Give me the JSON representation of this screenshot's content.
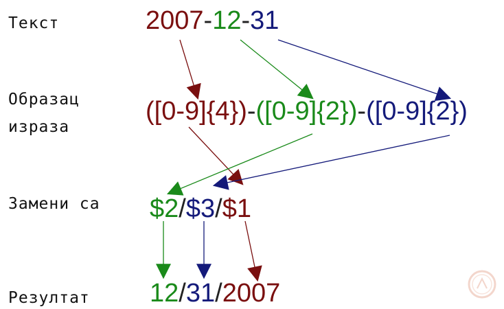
{
  "labels": {
    "text": "Текст",
    "pattern_line1": "Образац",
    "pattern_line2": "израза",
    "replace": "Замени са",
    "result": "Резултат"
  },
  "text": {
    "year": "2007",
    "sep1": "-",
    "month": "12",
    "sep2": "-",
    "day": "31"
  },
  "pattern": {
    "g1": "([0-9]{4})",
    "sep1": "-",
    "g2": "([0-9]{2})",
    "sep2": "-",
    "g3": "([0-9]{2})"
  },
  "replacement": {
    "r1": "$2",
    "sep1": "/",
    "r2": "$3",
    "sep2": "/",
    "r3": "$1"
  },
  "result": {
    "month": "12",
    "sep1": "/",
    "day": "31",
    "sep2": "/",
    "year": "2007"
  },
  "colors": {
    "group1": "#7a0f0f",
    "group2": "#1a8a1a",
    "group3": "#141a7a"
  },
  "icons": {
    "watermark": "circled-logo-icon"
  }
}
